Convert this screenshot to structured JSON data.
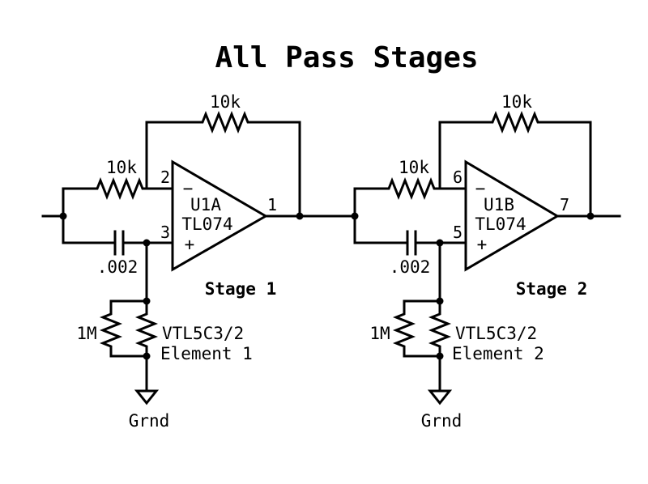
{
  "title": "All Pass Stages",
  "stage1": {
    "feedback_resistor": "10k",
    "input_resistor": "10k",
    "capacitor": ".002",
    "opamp_name": "U1A",
    "opamp_part": "TL074",
    "pin_inv": "2",
    "pin_noninv": "3",
    "pin_out": "1",
    "minus": "−",
    "plus": "+",
    "stage_label": "Stage 1",
    "shunt_resistor": "1M",
    "element_part": "VTL5C3/2",
    "element_name": "Element 1",
    "ground_label": "Grnd"
  },
  "stage2": {
    "feedback_resistor": "10k",
    "input_resistor": "10k",
    "capacitor": ".002",
    "opamp_name": "U1B",
    "opamp_part": "TL074",
    "pin_inv": "6",
    "pin_noninv": "5",
    "pin_out": "7",
    "minus": "−",
    "plus": "+",
    "stage_label": "Stage 2",
    "shunt_resistor": "1M",
    "element_part": "VTL5C3/2",
    "element_name": "Element 2",
    "ground_label": "Grnd"
  }
}
